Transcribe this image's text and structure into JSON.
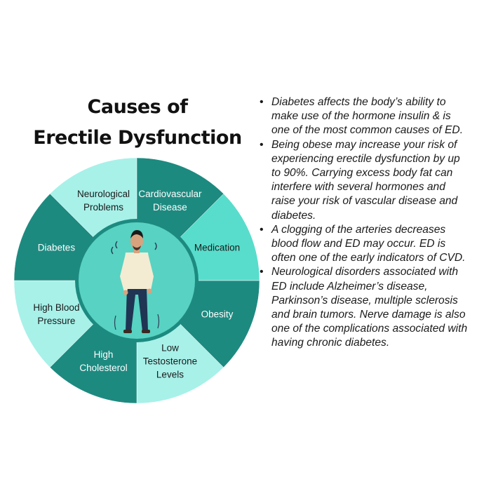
{
  "title": {
    "line1": "Causes of",
    "line2": "Erectile Dysfunction"
  },
  "colors": {
    "dark": "#1d8a80",
    "light": "#a7f1e9",
    "mid": "#58ddcc",
    "hub_bg": "#58d2c2",
    "ring": "#1d8a80"
  },
  "wheel": {
    "center_icon": "standing-man-icon",
    "segments": [
      {
        "id": "neurological",
        "lines": [
          "Neurological",
          "Problems"
        ],
        "shade": "light"
      },
      {
        "id": "cardiovascular",
        "lines": [
          "Cardiovascular",
          "Disease"
        ],
        "shade": "dark"
      },
      {
        "id": "medication",
        "lines": [
          "Medication"
        ],
        "shade": "mid"
      },
      {
        "id": "obesity",
        "lines": [
          "Obesity"
        ],
        "shade": "dark"
      },
      {
        "id": "low-testosterone",
        "lines": [
          "Low",
          "Testosterone",
          "Levels"
        ],
        "shade": "light"
      },
      {
        "id": "high-cholesterol",
        "lines": [
          "High",
          "Cholesterol"
        ],
        "shade": "dark"
      },
      {
        "id": "high-blood-pressure",
        "lines": [
          "High Blood",
          "Pressure"
        ],
        "shade": "light"
      },
      {
        "id": "diabetes",
        "lines": [
          "Diabetes"
        ],
        "shade": "dark"
      }
    ]
  },
  "bullets": [
    "Diabetes affects the body’s ability to make use of the hormone insulin & is one of the most common causes of ED.",
    "Being obese may increase your risk of experiencing erectile dysfunction by up to 90%. Carrying excess body fat can interfere with several hormones and raise your risk of vascular disease and diabetes.",
    "A clogging of the arteries decreases blood flow and ED may occur. ED is often one of the early indicators of CVD.",
    "Neurological disorders associated with ED include Alzheimer’s disease, Parkinson’s disease, multiple sclerosis and brain tumors. Nerve damage is also one of the complications associated with having chronic diabetes."
  ]
}
